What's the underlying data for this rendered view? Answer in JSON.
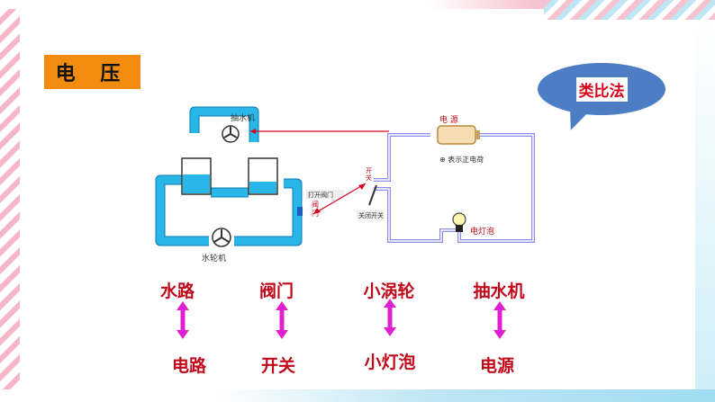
{
  "title": "电 压",
  "callout": "类比法",
  "diagram": {
    "pump_label": "抽水机",
    "turbine_label": "水轮机",
    "valve_open_label": "打开阀门",
    "valve_label": "阀\n门",
    "switch_label": "开\n关",
    "switch_close_label": "关闭开关",
    "source_label": "电  源",
    "source_note": "⊕ 表示正电荷",
    "bulb_label": "电灯泡"
  },
  "pairs": [
    {
      "top": "水路",
      "bottom": "电路"
    },
    {
      "top": "阀门",
      "bottom": "开关"
    },
    {
      "top": "小涡轮",
      "bottom": "小灯泡"
    },
    {
      "top": "抽水机",
      "bottom": "电源"
    }
  ],
  "colors": {
    "title_bg": "#f28c10",
    "accent_red": "#c0081a",
    "arrow_magenta": "#e020d0",
    "water_blue": "#29b6e8",
    "bubble_blue": "#4d7dc4"
  }
}
